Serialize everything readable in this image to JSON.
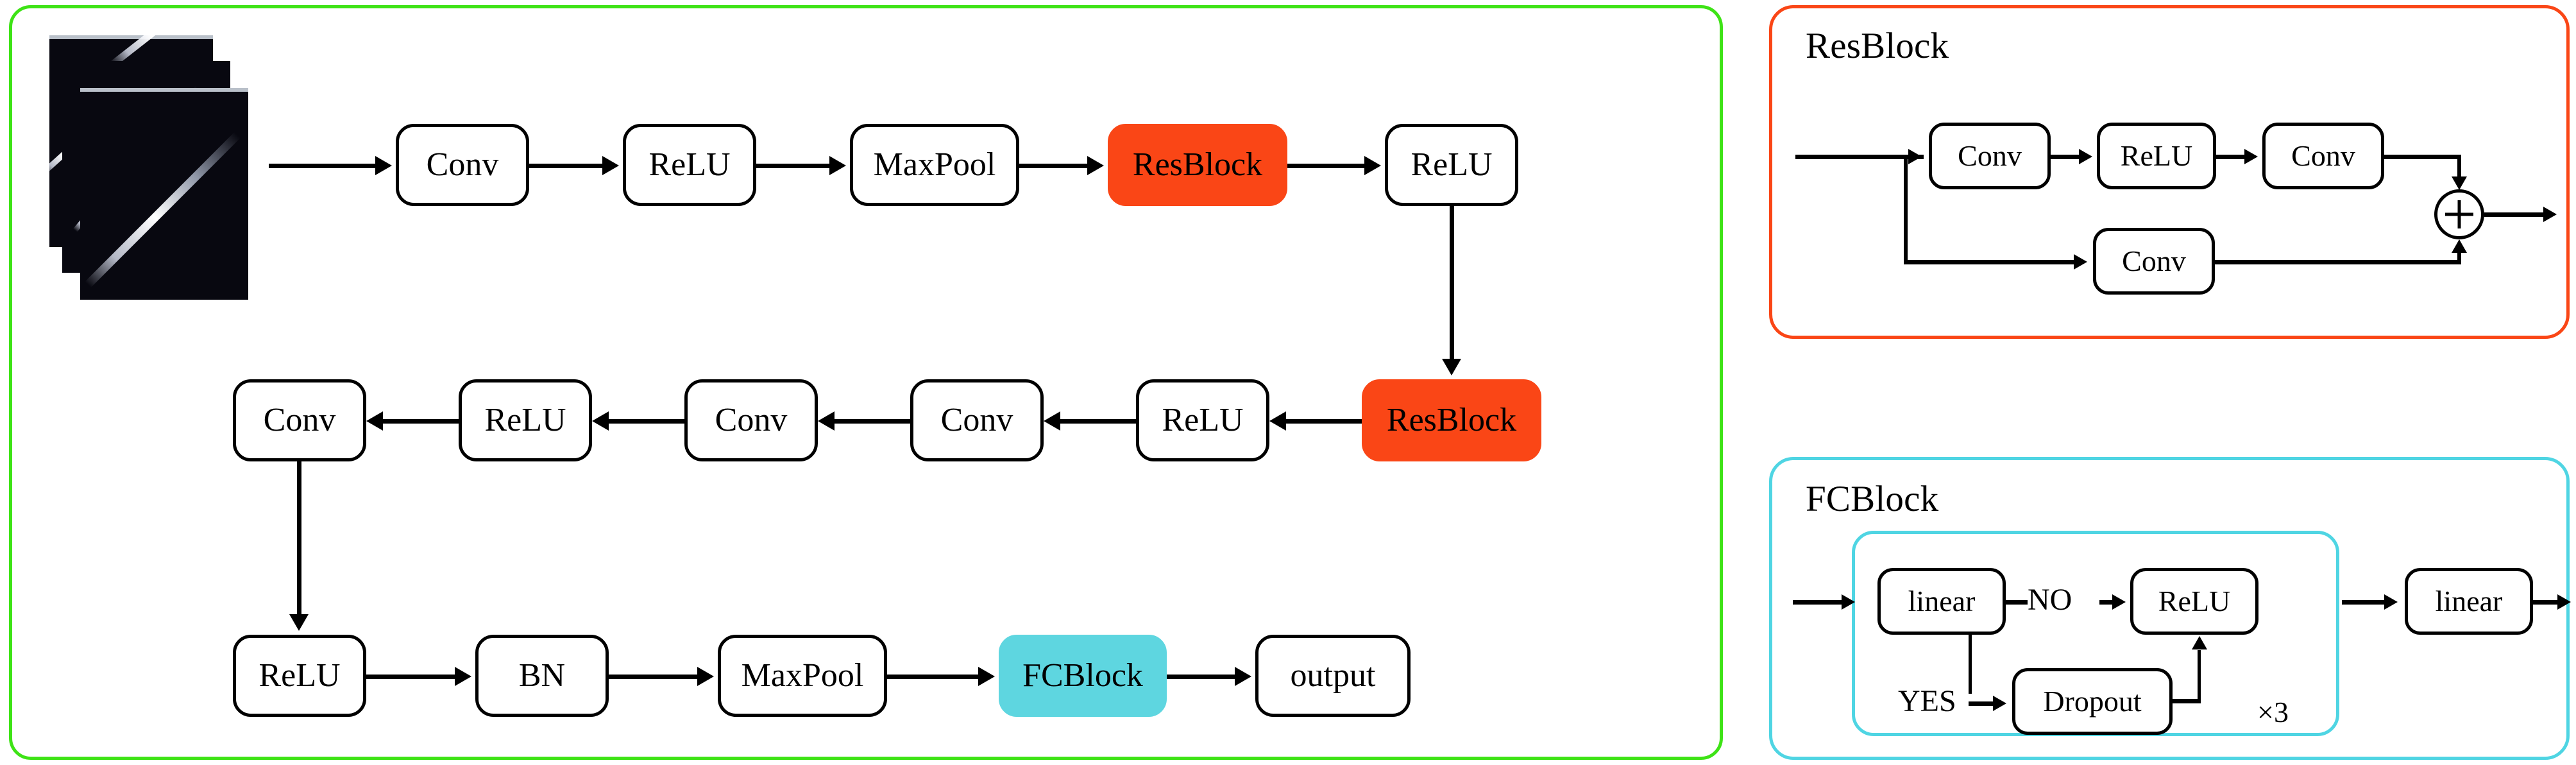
{
  "figure": {
    "type": "neural-network-architecture-diagram",
    "colors": {
      "main_panel_border": "#3ee316",
      "resblock_accent": "#fa4616",
      "fcblock_accent": "#4fd5e3",
      "node_fill": "#ffffff",
      "node_stroke": "#000000",
      "spectrogram_bg": "#080810"
    }
  },
  "main_panel": {
    "input": {
      "name": "input-spectrogram-stack",
      "count": 3,
      "description": "stack of three dark spectrogram images with bright diagonal streaks"
    },
    "row1": {
      "direction": "left-to-right",
      "nodes": [
        {
          "label": "Conv",
          "style": "plain"
        },
        {
          "label": "ReLU",
          "style": "plain"
        },
        {
          "label": "MaxPool",
          "style": "plain"
        },
        {
          "label": "ResBlock",
          "style": "orange"
        },
        {
          "label": "ReLU",
          "style": "plain"
        }
      ]
    },
    "row2": {
      "direction": "right-to-left",
      "nodes": [
        {
          "label": "Conv",
          "style": "plain"
        },
        {
          "label": "ReLU",
          "style": "plain"
        },
        {
          "label": "Conv",
          "style": "plain"
        },
        {
          "label": "Conv",
          "style": "plain"
        },
        {
          "label": "ReLU",
          "style": "plain"
        },
        {
          "label": "ResBlock",
          "style": "orange"
        }
      ]
    },
    "row3": {
      "direction": "left-to-right",
      "nodes": [
        {
          "label": "ReLU",
          "style": "plain"
        },
        {
          "label": "BN",
          "style": "plain"
        },
        {
          "label": "MaxPool",
          "style": "plain"
        },
        {
          "label": "FCBlock",
          "style": "cyan"
        },
        {
          "label": "output",
          "style": "plain"
        }
      ]
    }
  },
  "resblock_panel": {
    "title": "ResBlock",
    "main_path": [
      {
        "label": "Conv"
      },
      {
        "label": "ReLU"
      },
      {
        "label": "Conv"
      }
    ],
    "skip_path": [
      {
        "label": "Conv"
      }
    ],
    "merge": {
      "symbol": "+",
      "name": "addition-node"
    }
  },
  "fcblock_panel": {
    "title": "FCBlock",
    "inner_repeat_label": "×3",
    "nodes": [
      {
        "label": "linear"
      },
      {
        "label": "ReLU"
      },
      {
        "label": "Dropout"
      }
    ],
    "branch_labels": {
      "no": "NO",
      "yes": "YES"
    },
    "tail": {
      "label": "linear"
    }
  }
}
